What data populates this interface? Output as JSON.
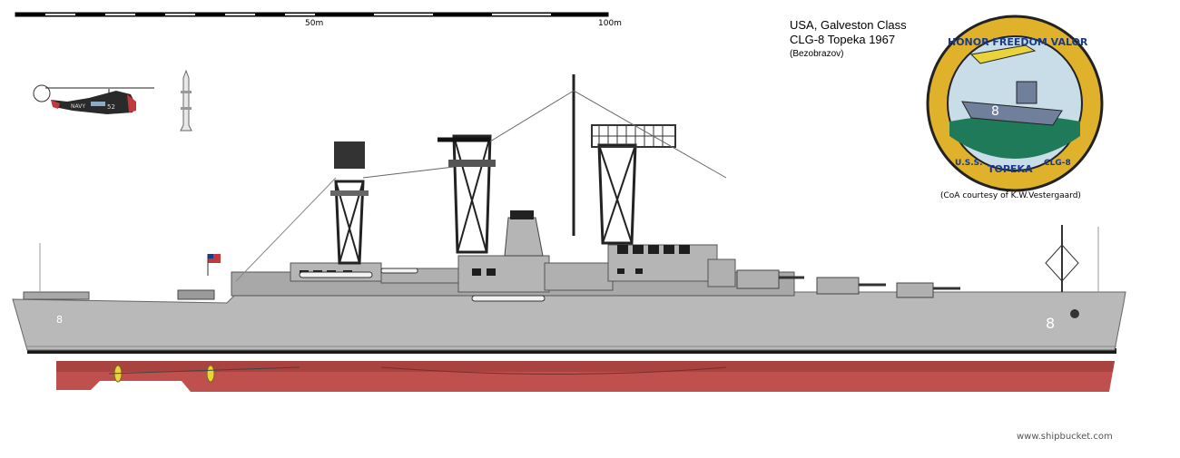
{
  "scale_bar": {
    "mid_label": "50m",
    "end_label": "100m"
  },
  "title": {
    "line1": "USA, Galveston Class",
    "line2": "CLG-8 Topeka 1967",
    "line3": "(Bezobrazov)"
  },
  "credit": "(CoA courtesy of   K.W.Vestergaard)",
  "watermark": "www.shipbucket.com",
  "crest": {
    "top_text": "HONOR FREEDOM VALOR",
    "ship_number": "8",
    "bottom_left": "U.S.S.",
    "bottom_center": "TOPEKA",
    "bottom_right": "CLG-8"
  },
  "hull_numbers": {
    "bow_number": "8",
    "stern_number": "8"
  },
  "helicopter": {
    "marking": "52"
  },
  "colors": {
    "hull_grey": "#b9b9b9",
    "hull_red": "#c0504d",
    "boot_top": "#1a1a1a",
    "deck_grey": "#a8a8a8",
    "crest_gold": "#e0b12a",
    "crest_blue": "#1a3a8a"
  }
}
